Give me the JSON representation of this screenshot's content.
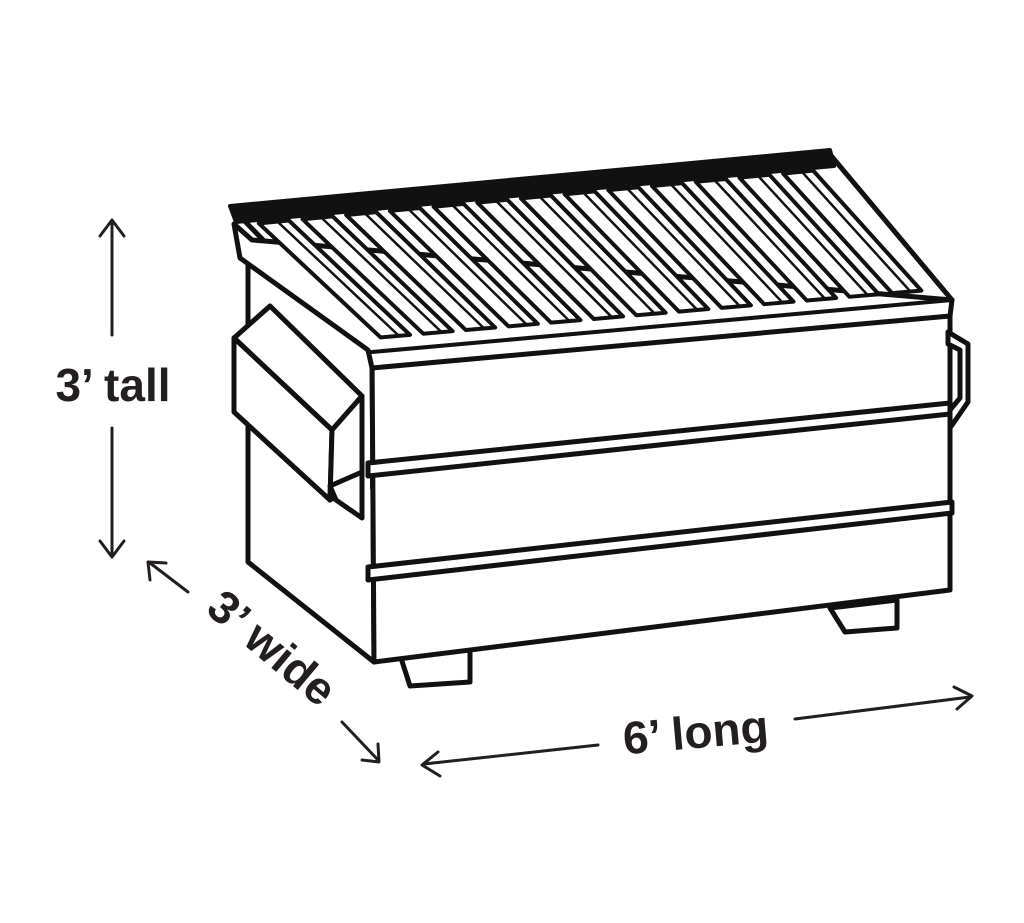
{
  "labels": {
    "height": "3’ tall",
    "width": "3’ wide",
    "length": "6’ long"
  },
  "colors": {
    "ink": "#231f20",
    "fill": "#ffffff"
  },
  "icons": [
    "dumpster-illustration",
    "arrow-icon"
  ]
}
